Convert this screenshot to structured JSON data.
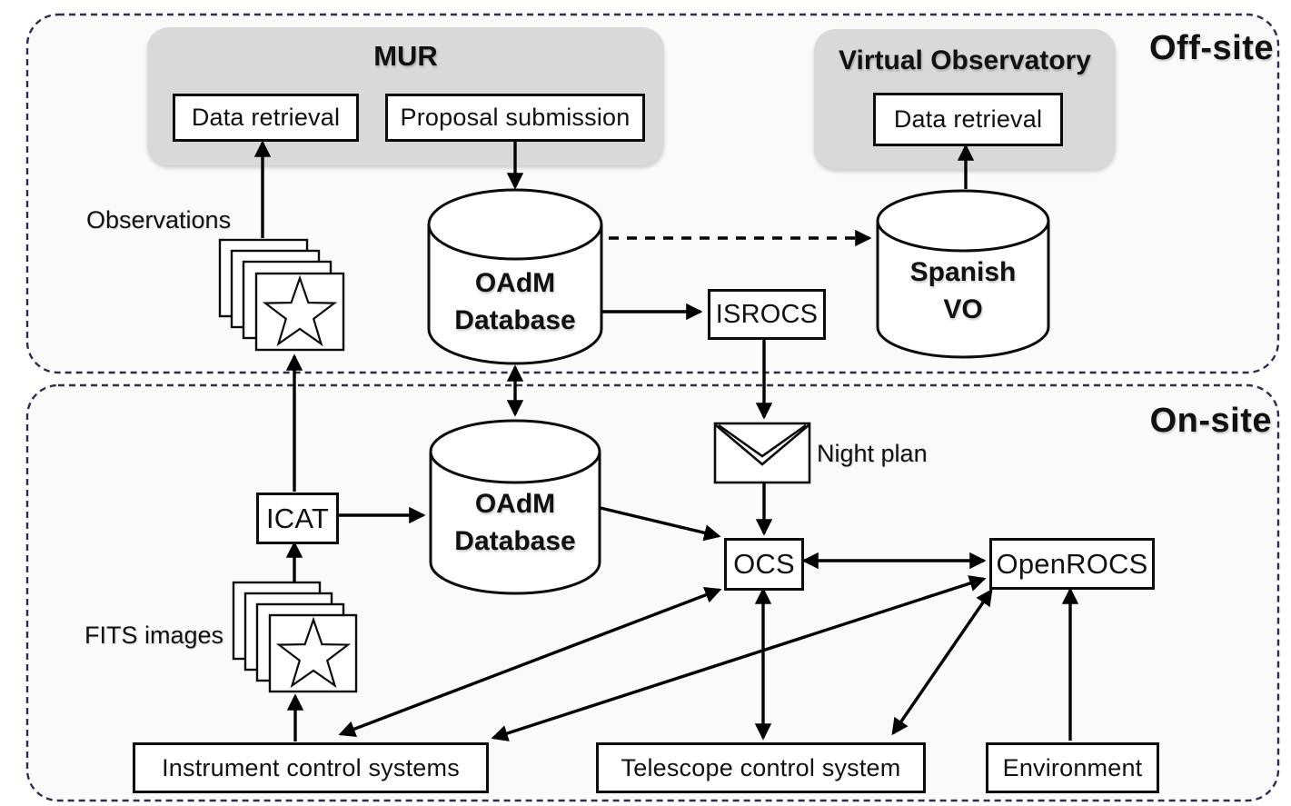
{
  "sections": {
    "offsite": {
      "label": "Off-site"
    },
    "onsite": {
      "label": "On-site"
    }
  },
  "groups": {
    "mur": {
      "title": "MUR",
      "data_retrieval": "Data retrieval",
      "proposal_submission": "Proposal submission"
    },
    "virtual_observatory": {
      "title": "Virtual Observatory",
      "data_retrieval": "Data retrieval"
    }
  },
  "databases": {
    "oadm_offsite": "OAdM\nDatabase",
    "spanish_vo": "Spanish\nVO",
    "oadm_onsite": "OAdM\nDatabase"
  },
  "nodes": {
    "isrocs": "ISROCS",
    "icat": "ICAT",
    "ocs": "OCS",
    "openrocs": "OpenROCS",
    "instrument_control_systems": "Instrument control systems",
    "telescope_control_system": "Telescope control system",
    "environment": "Environment"
  },
  "labels": {
    "observations": "Observations",
    "fits_images": "FITS images",
    "night_plan": "Night plan"
  },
  "icons": {
    "observations": "stacked-star-images-icon",
    "fits_images": "stacked-star-images-icon",
    "night_plan": "envelope-icon"
  },
  "colors": {
    "dashed_border": "#2d2d4d",
    "group_box_fill": "#d9d9d9",
    "node_fill": "#ffffff",
    "line": "#000000",
    "section_fill": "#fafafa"
  }
}
